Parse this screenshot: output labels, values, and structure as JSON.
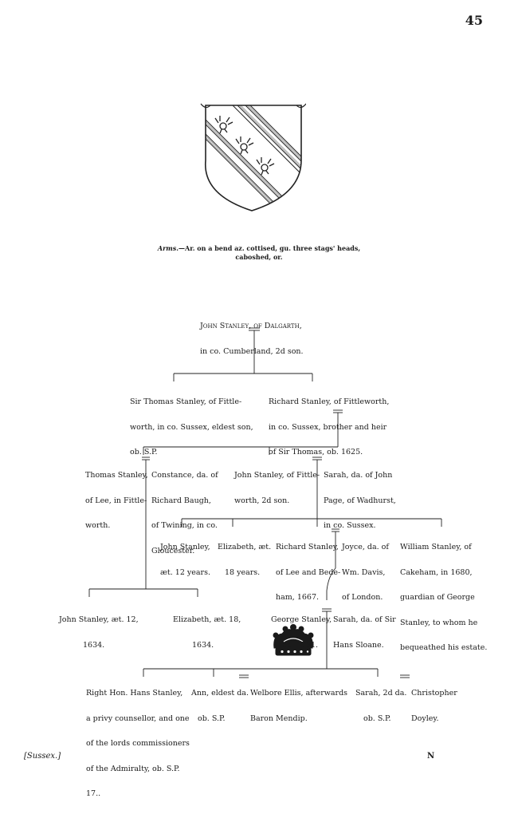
{
  "page_number": "45",
  "arms": {
    "label": "Arms.",
    "text_line1": "—Ar. on a bend az. cottised, gu. three stags' heads,",
    "text_line2": "caboshed, or."
  },
  "persons": {
    "john_dalgarth": [
      "John Stanley, of Dalgarth,",
      "in co. Cumberland, 2d son."
    ],
    "sir_thomas": [
      "Sir Thomas Stanley, of Fittle-",
      "worth, in co. Sussex, eldest son,",
      "ob. S.P."
    ],
    "richard_fittleworth": [
      "Richard Stanley, of Fittleworth,",
      "in co. Sussex, brother and heir",
      "of Sir Thomas, ob. 1625."
    ],
    "thomas_lee": [
      "Thomas Stanley,",
      "of Lee, in Fittle-",
      "worth."
    ],
    "constance": [
      "Constance, da. of",
      "Richard Baugh,",
      "of Twining, in co.",
      "Gloucester."
    ],
    "john_fittle": [
      "John Stanley, of Fittle-",
      "worth, 2d son."
    ],
    "sarah_page": [
      "Sarah, da. of John",
      "Page, of Wadhurst,",
      "in co. Sussex."
    ],
    "john_12": [
      "John Stanley,",
      "æt. 12 years."
    ],
    "elizabeth_18": [
      "Elizabeth, æt.",
      "18 years."
    ],
    "richard_lee": [
      "Richard Stanley,",
      "of Lee and Bede-",
      "ham, 1667."
    ],
    "joyce": [
      "Joyce, da. of",
      "Wm. Davis,",
      "of London."
    ],
    "william_cakeham": [
      "William Stanley, of",
      "Cakeham, in 1680,",
      "guardian of George",
      "Stanley, to whom he",
      "bequeathed his estate."
    ],
    "john_1634": [
      "John Stanley, æt. 12,",
      "1634."
    ],
    "elizabeth_1634": [
      "Elizabeth, æt. 18,",
      "1634."
    ],
    "george": [
      "George Stanley,",
      "ob. 1731."
    ],
    "sarah_sloane": [
      "Sarah, da. of Sir",
      "Hans Sloane."
    ],
    "hans": [
      "Right Hon. Hans Stanley,",
      "a privy counsellor, and one",
      "of the lords commissioners",
      "of the Admiralty, ob. S.P.",
      "17.."
    ],
    "ann": [
      "Ann, eldest da.",
      "ob. S.P."
    ],
    "welbore": [
      "Welbore Ellis, afterwards",
      "Baron Mendip."
    ],
    "sarah_2d": [
      "Sarah, 2d da.",
      "ob. S.P."
    ],
    "christopher": [
      "Christopher",
      "Doyley."
    ]
  },
  "footer": {
    "left": "[Sussex.]",
    "right": "N"
  }
}
